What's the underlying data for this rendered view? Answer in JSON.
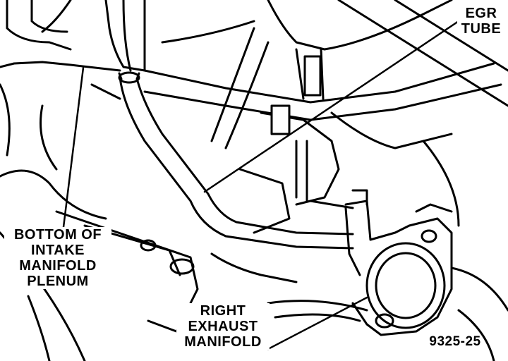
{
  "labels": {
    "egr_tube": [
      "EGR",
      "TUBE"
    ],
    "intake_plenum": [
      "BOTTOM OF",
      "INTAKE",
      "MANIFOLD",
      "PLENUM"
    ],
    "exhaust_manifold": [
      "RIGHT",
      "EXHAUST",
      "MANIFOLD"
    ]
  },
  "figure_number": "9325-25"
}
